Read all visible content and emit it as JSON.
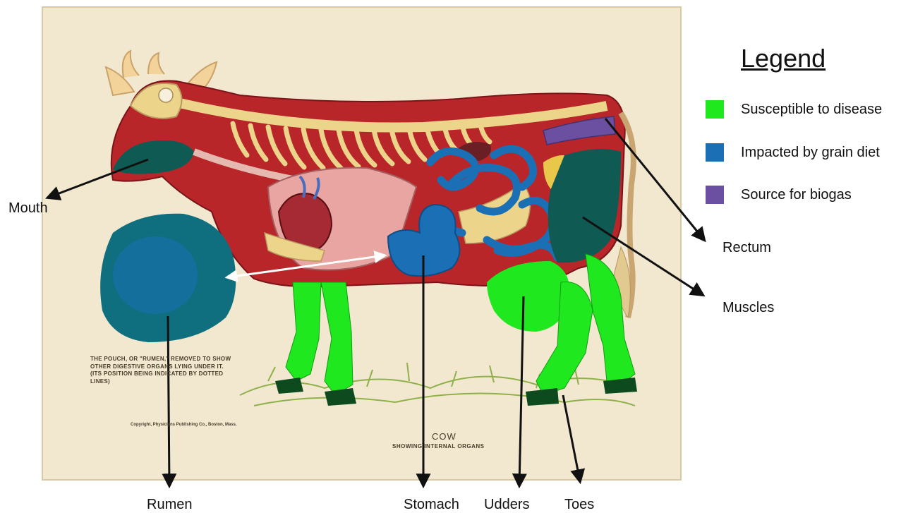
{
  "legend": {
    "title": "Legend",
    "items": [
      {
        "label": "Susceptible to disease",
        "color": "#1fe81f"
      },
      {
        "label": "Impacted by grain diet",
        "color": "#1b6fb5"
      },
      {
        "label": "Source for biogas",
        "color": "#6b4fa0"
      }
    ]
  },
  "labels": {
    "mouth": "Mouth",
    "rectum": "Rectum",
    "muscles": "Muscles",
    "rumen": "Rumen",
    "stomach": "Stomach",
    "udders": "Udders",
    "toes": "Toes"
  },
  "plate": {
    "note": "THE POUCH, OR \"RUMEN,\" REMOVED TO SHOW OTHER DIGESTIVE ORGANS LYING UNDER IT. (ITS POSITION BEING INDICATED BY DOTTED LINES)",
    "copyright": "Copyright, Physicians Publishing Co., Boston, Mass.",
    "title": "COW",
    "subtitle": "SHOWING INTERNAL ORGANS"
  },
  "colors": {
    "paper": "#f1e8cf",
    "body_red": "#b8262a",
    "bone": "#ecd58a",
    "green": "#1fe81f",
    "dark_teal": "#0f5a52",
    "blue": "#1b6fb5",
    "purple": "#6b4fa0"
  }
}
